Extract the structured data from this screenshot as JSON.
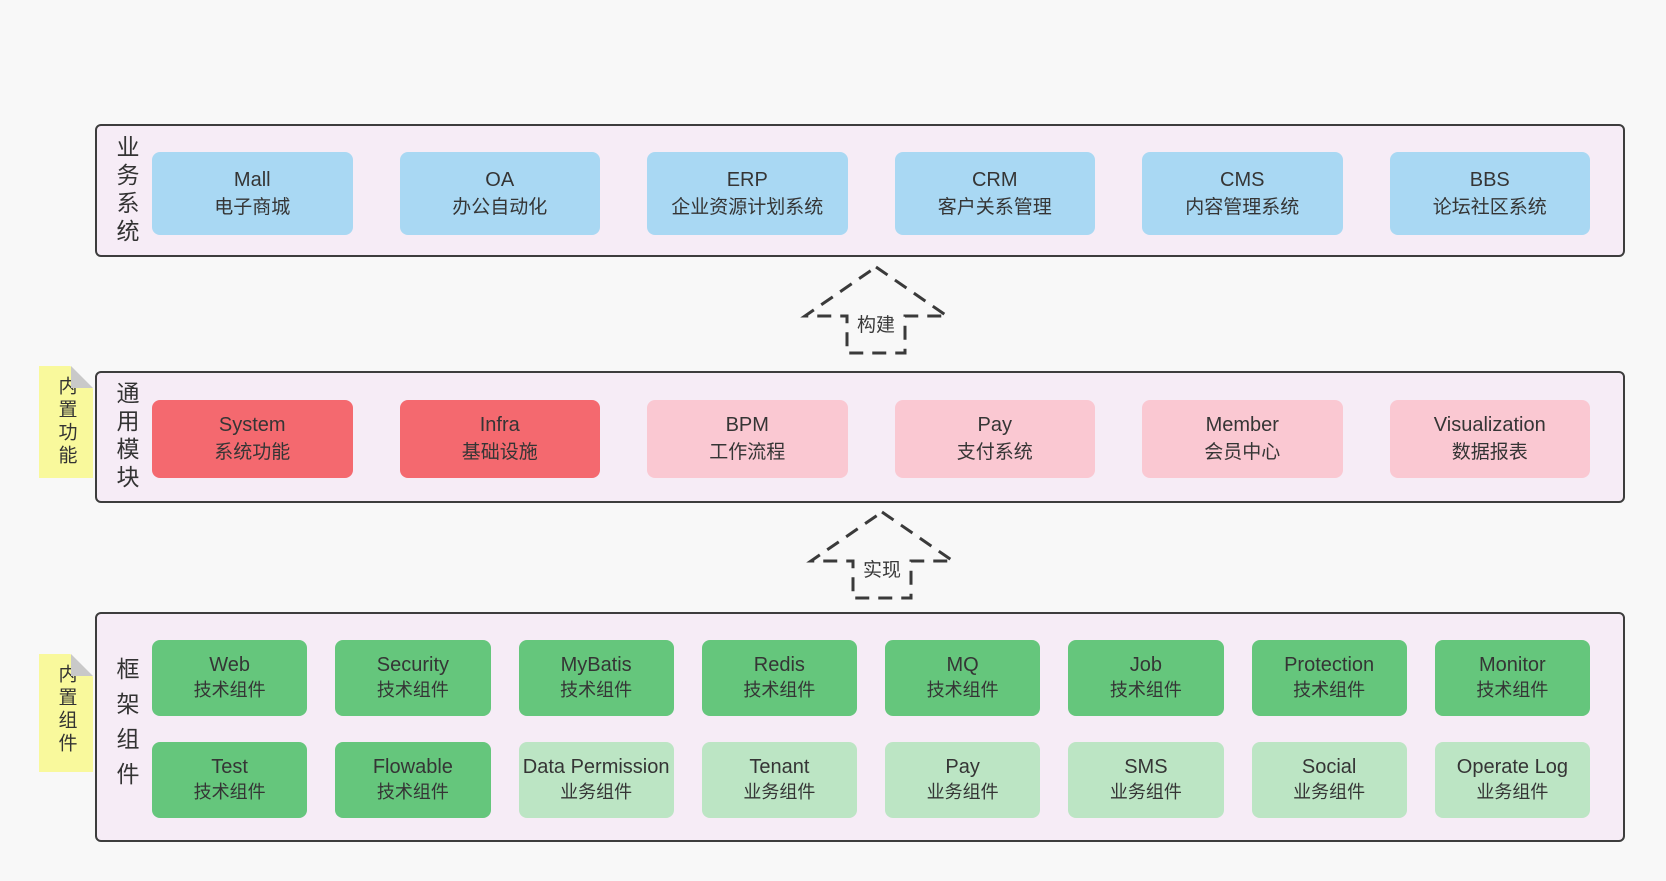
{
  "colors": {
    "page_bg": "#f8f8f8",
    "panel_bg": "#f6ecf6",
    "panel_border": "#3d3d3d",
    "box_blue": "#a9d8f3",
    "box_red": "#f4696f",
    "box_pink": "#fac8d2",
    "box_green_dark": "#65c67c",
    "box_green_light": "#bce5c4",
    "note_yellow": "#f9f99c",
    "note_fold": "#c9c9c9",
    "text": "#3a3a3a"
  },
  "layers": {
    "business": {
      "label": "业务系统",
      "boxes": [
        {
          "en": "Mall",
          "zh": "电子商城"
        },
        {
          "en": "OA",
          "zh": "办公自动化"
        },
        {
          "en": "ERP",
          "zh": "企业资源计划系统"
        },
        {
          "en": "CRM",
          "zh": "客户关系管理"
        },
        {
          "en": "CMS",
          "zh": "内容管理系统"
        },
        {
          "en": "BBS",
          "zh": "论坛社区系统"
        }
      ]
    },
    "modules": {
      "label": "通用模块",
      "note": "内置功能",
      "boxes": [
        {
          "en": "System",
          "zh": "系统功能"
        },
        {
          "en": "Infra",
          "zh": "基础设施"
        },
        {
          "en": "BPM",
          "zh": "工作流程"
        },
        {
          "en": "Pay",
          "zh": "支付系统"
        },
        {
          "en": "Member",
          "zh": "会员中心"
        },
        {
          "en": "Visualization",
          "zh": "数据报表"
        }
      ]
    },
    "components": {
      "label": "框架组件",
      "note": "内置组件",
      "row1": [
        {
          "en": "Web",
          "zh": "技术组件"
        },
        {
          "en": "Security",
          "zh": "技术组件"
        },
        {
          "en": "MyBatis",
          "zh": "技术组件"
        },
        {
          "en": "Redis",
          "zh": "技术组件"
        },
        {
          "en": "MQ",
          "zh": "技术组件"
        },
        {
          "en": "Job",
          "zh": "技术组件"
        },
        {
          "en": "Protection",
          "zh": "技术组件"
        },
        {
          "en": "Monitor",
          "zh": "技术组件"
        }
      ],
      "row2": [
        {
          "en": "Test",
          "zh": "技术组件"
        },
        {
          "en": "Flowable",
          "zh": "技术组件"
        },
        {
          "en": "Data Permission",
          "zh": "业务组件"
        },
        {
          "en": "Tenant",
          "zh": "业务组件"
        },
        {
          "en": "Pay",
          "zh": "业务组件"
        },
        {
          "en": "SMS",
          "zh": "业务组件"
        },
        {
          "en": "Social",
          "zh": "业务组件"
        },
        {
          "en": "Operate Log",
          "zh": "业务组件"
        }
      ]
    }
  },
  "arrows": {
    "build": "构建",
    "implement": "实现"
  }
}
